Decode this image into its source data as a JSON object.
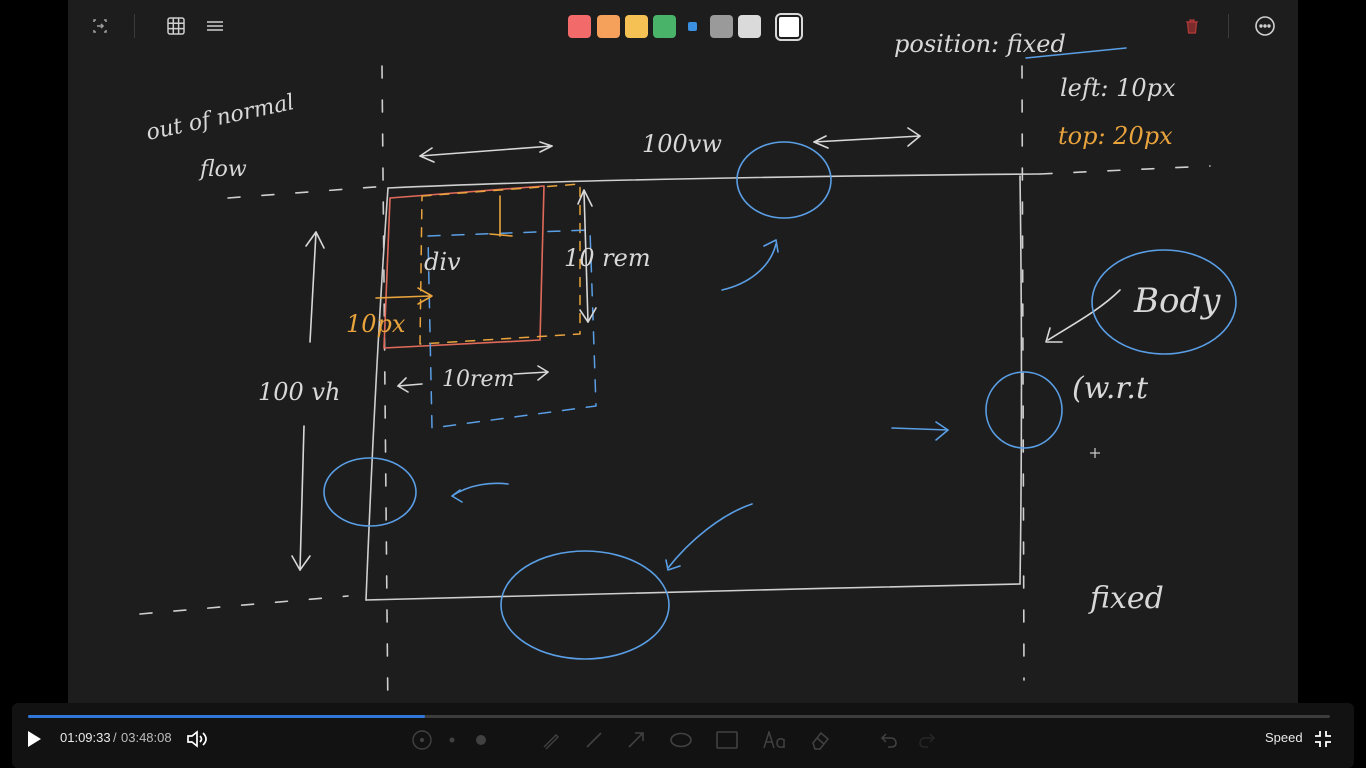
{
  "toolbar": {
    "left_icons": [
      "export-icon",
      "grid-icon",
      "menu-icon"
    ],
    "right_icons": [
      "trash-icon",
      "more-options-icon"
    ],
    "colors": {
      "red": "#f26a6a",
      "orange": "#f5a05b",
      "yellow": "#f5c154",
      "green": "#49b36a",
      "blue": "#3b8fe0",
      "gray": "#9a9a9a",
      "light_gray": "#dadada",
      "white": "#ffffff"
    },
    "selected_color": "white"
  },
  "canvas": {
    "ink_colors": {
      "white": "#d8d8d8",
      "blue": "#5a9fe6",
      "red": "#e06a5a",
      "orange": "#e8a33d"
    },
    "notes": {
      "position_fixed": "position: fixed",
      "left": "left: 10px",
      "top": "top: 20px",
      "out_of_flow_1": "out of normal",
      "out_of_flow_2": "flow",
      "width_100vw": "100vw",
      "height_100vh": "100 vh",
      "div": "div",
      "size_10rem_v": "10 rem",
      "size_10rem_h": "10rem",
      "offset_10px": "10px",
      "body": "Body",
      "wrt": "(w.r.t",
      "fixed": "fixed"
    }
  },
  "player": {
    "current_time": "01:09:33",
    "separator": "/",
    "total_time": "03:48:08",
    "progress": 0.305,
    "speed_label": "Speed",
    "icons": [
      "play-icon",
      "volume-icon",
      "exit-fullscreen-icon"
    ]
  }
}
